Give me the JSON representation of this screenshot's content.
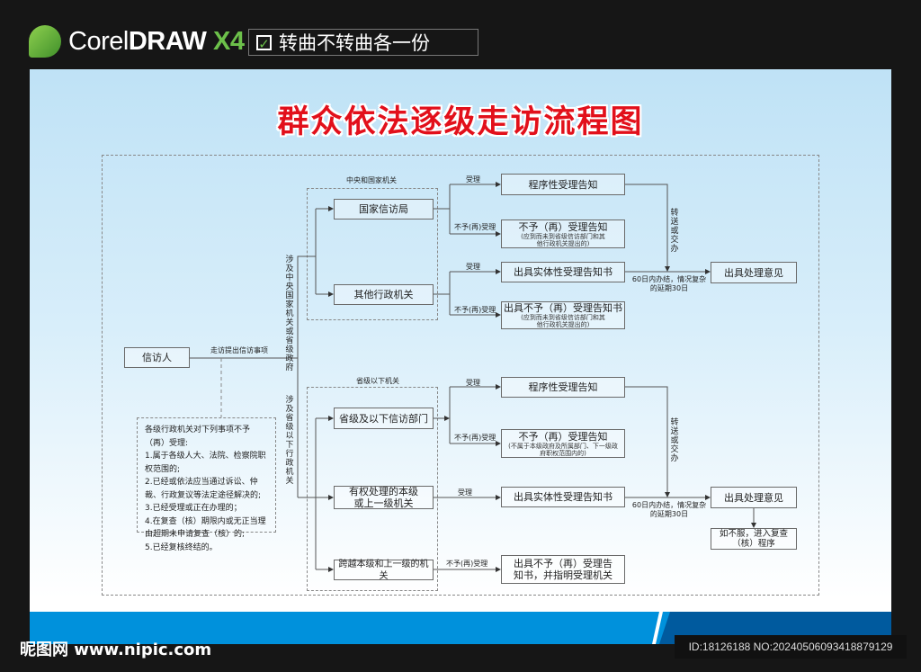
{
  "header": {
    "logo_plain": "Corel",
    "logo_bold": "DRAW",
    "logo_version": "X4",
    "badge_text": "转曲不转曲各一份",
    "badge_icon": "checkbox-checked-icon"
  },
  "title": "群众依法逐级走访流程图",
  "flow": {
    "petitioner": "信访人",
    "petition_label": "走访提出信访事项",
    "branch_central": "涉及中央国家机关或省级政府",
    "branch_local": "涉及省级以下行政机关",
    "central_group": {
      "label": "中央和国家机关",
      "items": [
        "国家信访局",
        "其他行政机关"
      ]
    },
    "local_group": {
      "label": "省级以下机关",
      "items": [
        "省级及以下信访部门",
        "有权处理的本级或上一级机关",
        "跨越本级和上一级的机关"
      ]
    },
    "accept": "受理",
    "reject": "不予(再)受理",
    "central_results": {
      "procedural": "程序性受理告知",
      "reject_notice": "不予（再）受理告知",
      "reject_notice_note": "(应到而未到省级信访部门和其他行政机关提出的)",
      "substantive": "出具实体性受理告知书",
      "reject_letter": "出具不予（再）受理告知书",
      "reject_letter_note": "(应到而未到省级信访部门和其他行政机关提出的)"
    },
    "local_results": {
      "procedural": "程序性受理告知",
      "reject_notice": "不予（再）受理告知",
      "reject_notice_note": "(不属于本级政府及所属部门、下一级政府职权范围内的)",
      "substantive": "出具实体性受理告知书",
      "reject_letter": "出具不予（再）受理告知书，并指明受理机关"
    },
    "transfer": "转送或交办",
    "deadline": "60日内办结，情况复杂的延期30日",
    "opinion": "出具处理意见",
    "review": "如不服，进入复查（核）程序",
    "notes": [
      "各级行政机关对下列事项不予（再）受理:",
      "1.属于各级人大、法院、检察院职权范围的;",
      "2.已经或依法应当通过诉讼、仲裁、行政复议等法定途径解决的;",
      "3.已经受理或正在办理的；",
      "4.在复查（核）期限内或无正当理由超期未申请复查（核）的;",
      "5.已经复核终结的。"
    ]
  },
  "watermark": {
    "site": "昵图网 www.nipic.com",
    "id": "ID:18126188 NO:20240506093418879129"
  }
}
